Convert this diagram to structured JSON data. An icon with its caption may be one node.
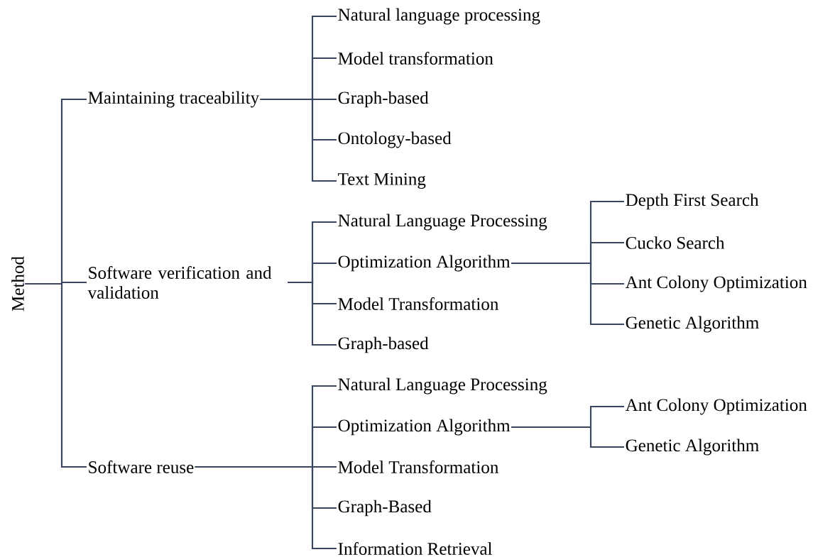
{
  "diagram": {
    "nodes": [
      {
        "text": [
          "Method"
        ]
      },
      {
        "text": [
          "Maintaining traceability"
        ]
      },
      {
        "text": [
          "Natural language processing"
        ]
      },
      {
        "text": [
          "Model transformation"
        ]
      },
      {
        "text": [
          "Graph-based"
        ]
      },
      {
        "text": [
          "Ontology-based"
        ]
      },
      {
        "text": [
          "Text Mining"
        ]
      },
      {
        "text": [
          "Software verification and validation"
        ]
      },
      {
        "text": [
          "Natural Language Processing"
        ]
      },
      {
        "text": [
          "Optimization Algorithm"
        ]
      },
      {
        "text": [
          "Depth First Search"
        ]
      },
      {
        "text": [
          "Cucko Search"
        ]
      },
      {
        "text": [
          "Ant Colony Optimization"
        ]
      },
      {
        "text": [
          "Genetic Algorithm"
        ]
      },
      {
        "text": [
          "Model Transformation"
        ]
      },
      {
        "text": [
          "Graph-based"
        ]
      },
      {
        "text": [
          "Software reuse"
        ]
      },
      {
        "text": [
          "Natural Language Processing"
        ]
      },
      {
        "text": [
          "Optimization Algorithm"
        ]
      },
      {
        "text": [
          "Ant Colony Optimization"
        ]
      },
      {
        "text": [
          "Genetic Algorithm"
        ]
      },
      {
        "text": [
          "Model Transformation"
        ]
      },
      {
        "text": [
          "Graph-Based"
        ]
      },
      {
        "text": [
          "Information Retrieval"
        ]
      }
    ],
    "edges": [
      {
        "from": 0,
        "to": 1,
        "arrow": "none"
      },
      {
        "from": 0,
        "to": 7,
        "arrow": "none"
      },
      {
        "from": 0,
        "to": 16,
        "arrow": "none"
      },
      {
        "from": 1,
        "to": 2,
        "arrow": "none"
      },
      {
        "from": 1,
        "to": 3,
        "arrow": "none"
      },
      {
        "from": 1,
        "to": 4,
        "arrow": "none"
      },
      {
        "from": 1,
        "to": 5,
        "arrow": "none"
      },
      {
        "from": 1,
        "to": 6,
        "arrow": "none"
      },
      {
        "from": 7,
        "to": 8,
        "arrow": "none"
      },
      {
        "from": 7,
        "to": 9,
        "arrow": "none"
      },
      {
        "from": 7,
        "to": 14,
        "arrow": "none"
      },
      {
        "from": 7,
        "to": 15,
        "arrow": "none"
      },
      {
        "from": 9,
        "to": 10,
        "arrow": "none"
      },
      {
        "from": 9,
        "to": 11,
        "arrow": "none"
      },
      {
        "from": 9,
        "to": 12,
        "arrow": "none"
      },
      {
        "from": 9,
        "to": 13,
        "arrow": "none"
      },
      {
        "from": 16,
        "to": 17,
        "arrow": "none"
      },
      {
        "from": 16,
        "to": 18,
        "arrow": "none"
      },
      {
        "from": 16,
        "to": 21,
        "arrow": "none"
      },
      {
        "from": 16,
        "to": 22,
        "arrow": "none"
      },
      {
        "from": 16,
        "to": 23,
        "arrow": "none"
      },
      {
        "from": 18,
        "to": 19,
        "arrow": "none"
      },
      {
        "from": 18,
        "to": 20,
        "arrow": "none"
      }
    ]
  }
}
